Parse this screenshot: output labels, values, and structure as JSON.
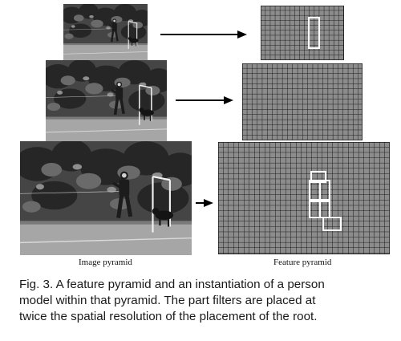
{
  "figure": {
    "image_pyramid_label": "Image pyramid",
    "feature_pyramid_label": "Feature pyramid",
    "caption_lines": [
      "Fig. 3.  A feature pyramid and an instantiation of a person",
      "model within that pyramid. The part filters are placed at",
      "twice the spatial resolution of the placement of the root."
    ]
  },
  "colors": {
    "grid_fill": "#8c8c8c",
    "grid_line": "#1a1a1a",
    "filter_box": "#ffffff",
    "arrow": "#000000"
  }
}
